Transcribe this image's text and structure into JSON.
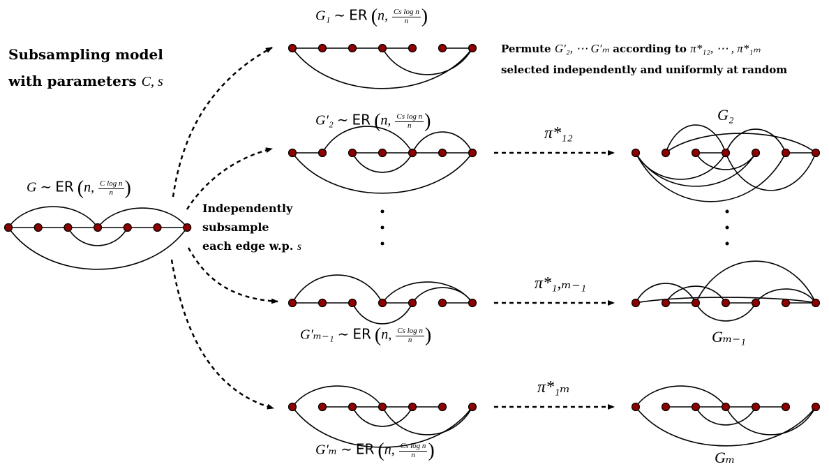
{
  "title": {
    "line1": "Subsampling model",
    "line2": "with parameters",
    "params": "C, s"
  },
  "parent_graph": {
    "name": "G",
    "dist": "ER",
    "arg": "n,",
    "frac_num": "C log n",
    "frac_den": "n"
  },
  "subsample_note": {
    "line1": "Independently",
    "line2": "subsample",
    "line3": "each edge w.p.",
    "param": "s"
  },
  "permute_note": {
    "word": "Permute",
    "graphs": "G′₂, ⋯ G′ₘ",
    "mid": "according to",
    "perms": "π*₁₂, ⋯ , π*₁ₘ",
    "line2": "selected independently and uniformly at random"
  },
  "samples": [
    {
      "name": "G₁",
      "dist": "ER",
      "arg": "n,",
      "frac_num": "Cs log n",
      "frac_den": "n"
    },
    {
      "name": "G′₂",
      "dist": "ER",
      "arg": "n,",
      "frac_num": "Cs log n",
      "frac_den": "n"
    },
    {
      "name": "G′ₘ₋₁",
      "dist": "ER",
      "arg": "n,",
      "frac_num": "Cs log n",
      "frac_den": "n"
    },
    {
      "name": "G′ₘ",
      "dist": "ER",
      "arg": "n,",
      "frac_num": "Cs log n",
      "frac_den": "n"
    }
  ],
  "permutations": [
    "π*₁₂",
    "π*₁,ₘ₋₁",
    "π*₁ₘ"
  ],
  "permuted_graphs": [
    "G₂",
    "Gₘ₋₁",
    "Gₘ"
  ],
  "colors": {
    "node_fill": "#8b0000",
    "edge": "#000000"
  }
}
